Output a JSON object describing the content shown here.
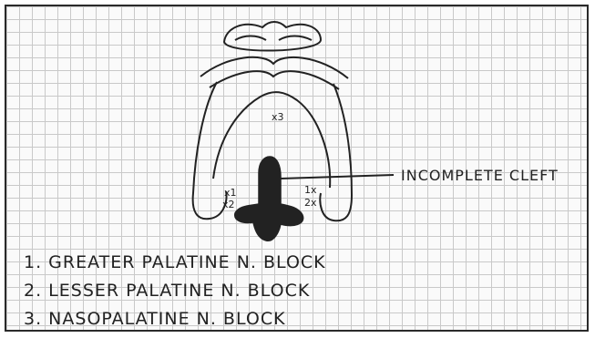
{
  "annotations": {
    "cleft_label": "INCOMPLETE CLEFT",
    "site_1_left": "x1",
    "site_2_left": "x2",
    "site_1_right": "1x",
    "site_2_right": "2x",
    "site_3": "x3"
  },
  "legend": {
    "items": [
      "1. GREATER PALATINE N. BLOCK",
      "2. LESSER PALATINE N. BLOCK",
      "3. NASOPALATINE N. BLOCK"
    ]
  }
}
